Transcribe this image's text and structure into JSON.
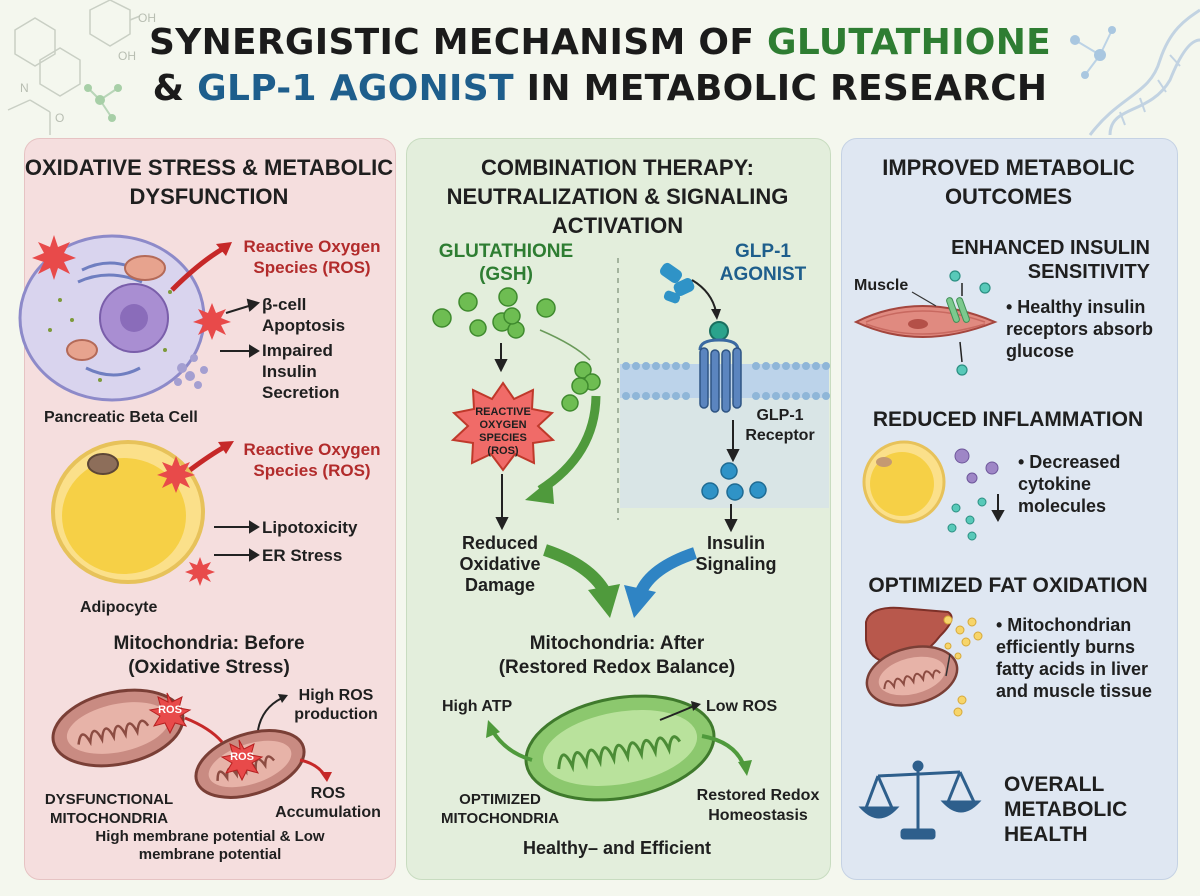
{
  "title": {
    "line1_pre": "SYNERGISTIC MECHANISM OF ",
    "line1_green": "GLUTATHIONE",
    "line2_pre": "& ",
    "line2_blue": "GLP-1 AGONIST",
    "line2_post": " IN METABOLIC RESEARCH"
  },
  "decor": {
    "oh1": "OH",
    "oh2": "OH",
    "o": "O",
    "n": "N"
  },
  "left": {
    "heading": "OXIDATIVE STRESS & METABOLIC DYSFUNCTION",
    "beta_ros": "Reactive Oxygen Species (ROS)",
    "apoptosis": "β-cell Apoptosis",
    "impaired": "Impaired Insulin Secretion",
    "beta_label": "Pancreatic Beta Cell",
    "adipo_ros": "Reactive Oxygen Species (ROS)",
    "lipotox": "Lipotoxicity",
    "er": "ER Stress",
    "adipo_label": "Adipocyte",
    "mito_title": "Mitochondria: Before (Oxidative Stress)",
    "ros_tag1": "ROS",
    "ros_tag2": "ROS",
    "high_ros": "High ROS production",
    "ros_accum": "ROS Accumulation",
    "dysfunctional": "DYSFUNCTIONAL MITOCHONDRIA",
    "membrane": "High membrane potential & Low membrane potential"
  },
  "middle": {
    "heading": "COMBINATION THERAPY: NEUTRALIZATION & SIGNALING ACTIVATION",
    "gsh": "GLUTATHIONE (GSH)",
    "glp1": "GLP-1 AGONIST",
    "ros_burst": "REACTIVE OXYGEN SPECIES (ROS)",
    "receptor": "GLP-1 Receptor",
    "reduced": "Reduced Oxidative Damage",
    "insulin_sig": "Insulin Signaling",
    "mito_title": "Mitochondria: After (Restored Redox Balance)",
    "high_atp": "High ATP",
    "low_ros": "Low ROS",
    "optimized": "OPTIMIZED MITOCHONDRIA",
    "restored": "Restored Redox Homeostasis",
    "healthy": "Healthy– and Efficient"
  },
  "right": {
    "heading": "IMPROVED METABOLIC OUTCOMES",
    "sens_title": "ENHANCED INSULIN SENSITIVITY",
    "muscle": "Muscle",
    "sens_bullet": "• Healthy insulin receptors absorb glucose",
    "infl_title": "REDUCED INFLAMMATION",
    "infl_bullet": "• Decreased cytokine molecules",
    "fat_title": "OPTIMIZED FAT OXIDATION",
    "fat_bullet": "• Mitochondrian efficiently burns fatty acids in liver and muscle tissue",
    "overall": "OVERALL METABOLIC HEALTH"
  },
  "colors": {
    "ros_red": "#b22b2b",
    "glutathione_green": "#2e7d32",
    "glp1_blue": "#1e5e8c",
    "panel_left": "#f5dede",
    "panel_mid": "#e3eedc",
    "panel_right": "#dfe7f2"
  }
}
